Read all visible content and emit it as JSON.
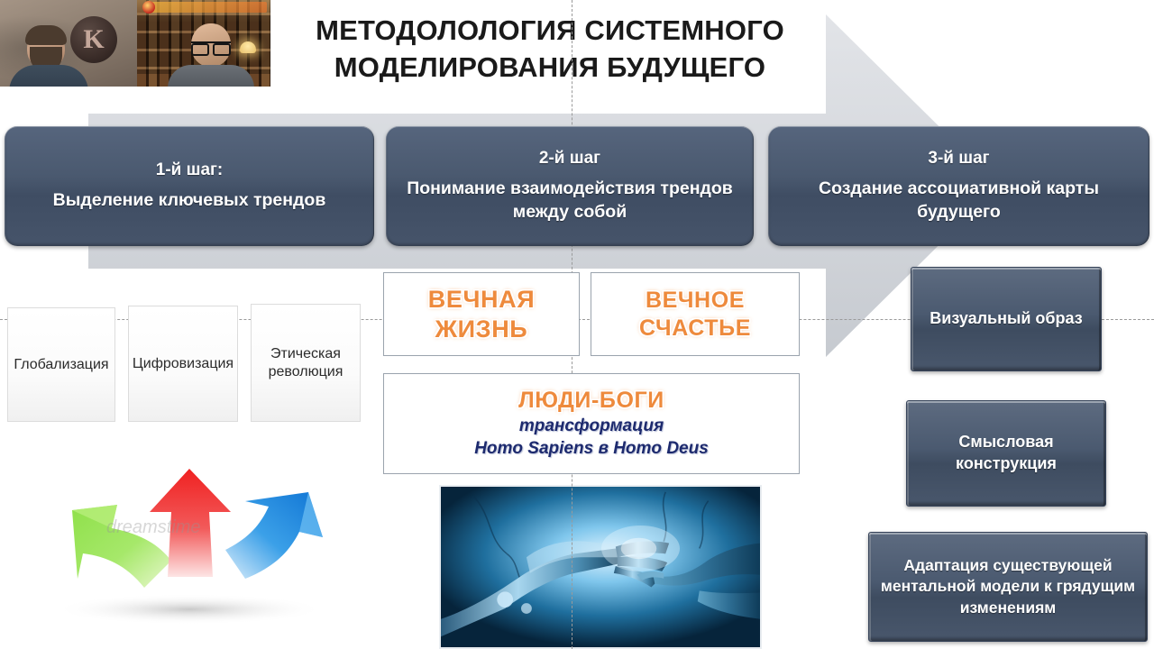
{
  "slide": {
    "title_line1": "МЕТОДОЛОЛОГИЯ СИСТЕМНОГО",
    "title_line2": "МОДЕЛИРОВАНИЯ БУДУЩЕГО"
  },
  "video_panel": {
    "left_tile_logo": "K",
    "left_tile_name": "webcam-participant-left",
    "right_tile_name": "webcam-participant-right"
  },
  "steps": [
    {
      "number": "1-й шаг:",
      "text": "Выделение ключевых трендов"
    },
    {
      "number": "2-й шаг",
      "text": "Понимание взаимодействия трендов между собой"
    },
    {
      "number": "3-й шаг",
      "text": "Создание ассоциативной карты будущего"
    }
  ],
  "trends": [
    {
      "label": "Глобализация"
    },
    {
      "label": "Цифровизация"
    },
    {
      "label": "Этическая революция"
    }
  ],
  "concepts": {
    "eternal_life": "ВЕЧНАЯ ЖИЗНЬ",
    "eternal_happiness": "ВЕЧНОЕ СЧАСТЬЕ",
    "gods_title": "ЛЮДИ-БОГИ",
    "gods_sub1": "трансформация",
    "gods_sub2": "Homo Sapiens в Homo Deus"
  },
  "results": [
    {
      "label": "Визуальный образ"
    },
    {
      "label": "Смысловая конструкция"
    },
    {
      "label": "Адаптация существующей ментальной модели к грядущим изменениям"
    }
  ],
  "illustrations": {
    "arrows_watermark": "dreamstime",
    "arrows_alt": "three-curved-3d-arrows-green-red-blue",
    "hands_alt": "robotic-hand-touching-human-hand-blue"
  },
  "colors": {
    "box_fill": "#4a596f",
    "box_text": "#ffffff",
    "accent_orange": "#ee8a3c",
    "accent_navy": "#1d2a6e",
    "background_arrow": "#d4d7dc",
    "page_background": "#ffffff",
    "guide_line": "#9a9a9a"
  }
}
